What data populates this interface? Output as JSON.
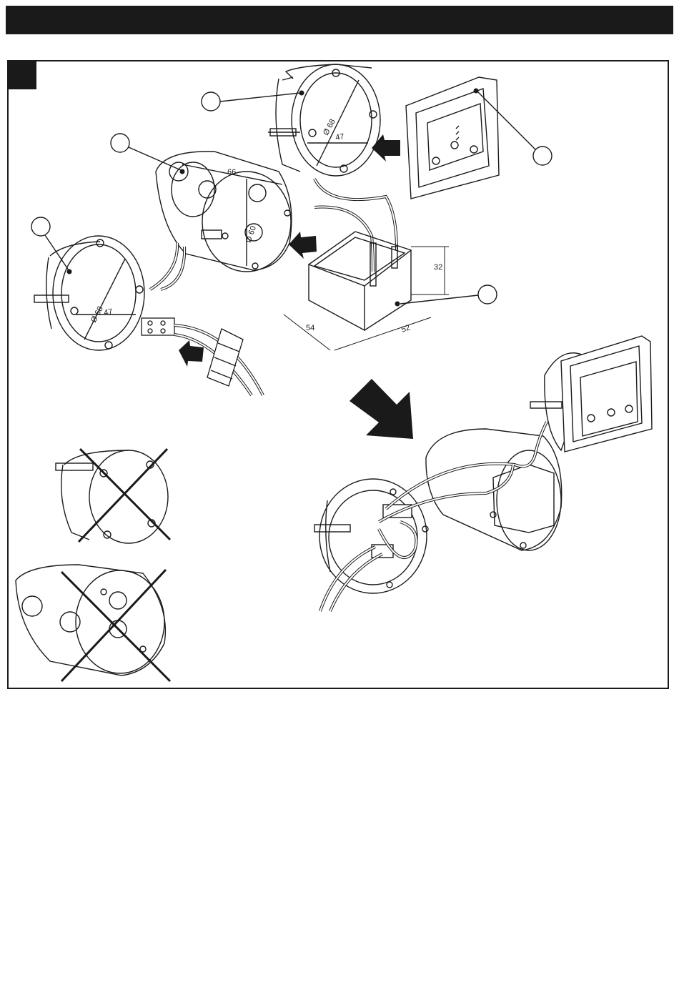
{
  "colors": {
    "ink": "#1a1a1a",
    "paper": "#ffffff",
    "frame": "#1a1a1a"
  },
  "dimensions": {
    "box_diameter": "Ø 68",
    "box_inner": "47",
    "double_box_width": "66",
    "double_box_diameter": "Ø 60",
    "module_height": "32",
    "module_length": "54",
    "module_width": "52"
  }
}
